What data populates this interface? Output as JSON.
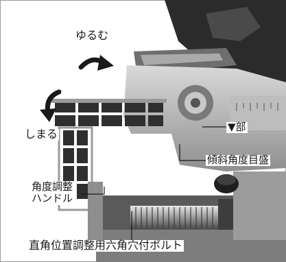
{
  "labels": {
    "loosen": "ゆるむ",
    "tighten": "しまる",
    "index_mark": "▼部",
    "tilt_scale": "傾斜角度目盛",
    "angle_handle": [
      "角度調整",
      "ハンドル"
    ],
    "right_angle_bolt": "直角位置調整用六角穴付ボルト"
  },
  "icons": {
    "loosen_arrow": "curved-arrow-clockwise-icon",
    "tighten_arrow": "curved-arrow-down-icon"
  },
  "colors": {
    "ink": "#1a1a1a",
    "photo_dark": "#2b2b2b",
    "photo_mid": "#8c8c8c",
    "photo_light": "#d0d0d0"
  }
}
